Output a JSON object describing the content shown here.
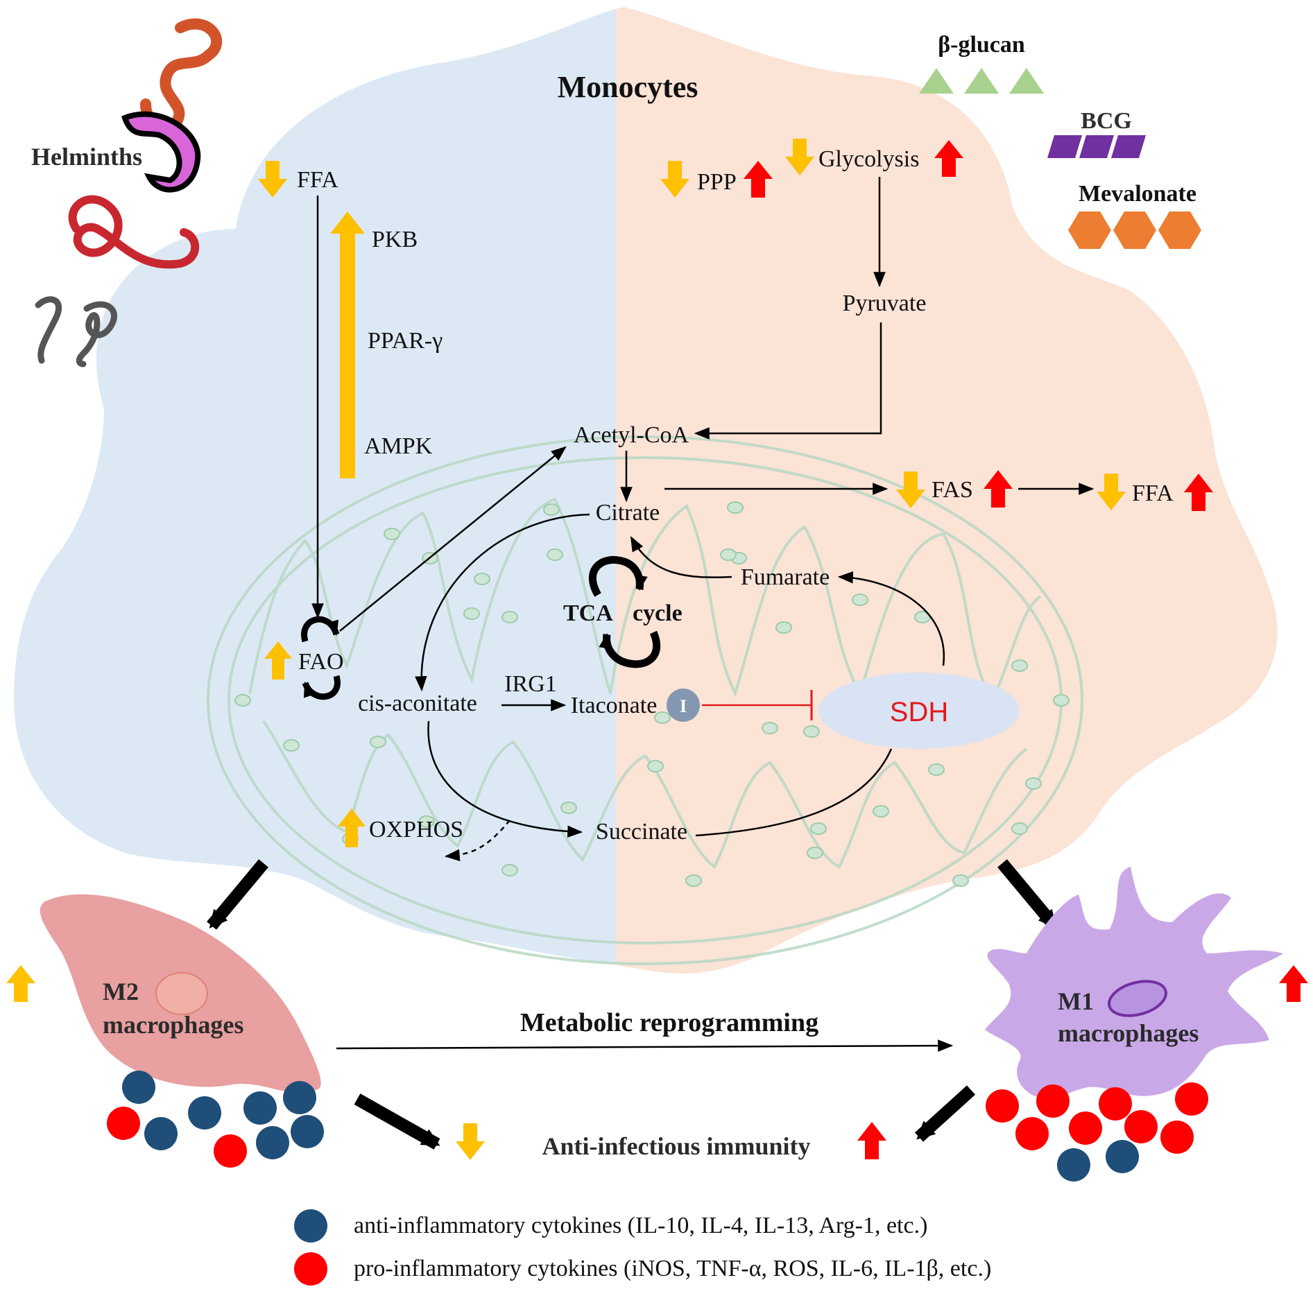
{
  "title": "Monocytes",
  "stimuli": {
    "helminths": "Helminths",
    "beta_glucan": "β-glucan",
    "bcg": "BCG",
    "mevalonate": "Mevalonate"
  },
  "left_pathway": {
    "ffa": "FFA",
    "pkb": "PKB",
    "ppar": "PPAR-γ",
    "ampk": "AMPK",
    "fao": "FAO",
    "oxphos": "OXPHOS"
  },
  "right_pathway": {
    "ppp": "PPP",
    "glycolysis": "Glycolysis",
    "pyruvate": "Pyruvate",
    "fas": "FAS",
    "ffa": "FFA"
  },
  "tca": {
    "acetyl_coa": "Acetyl-CoA",
    "citrate": "Citrate",
    "cycle_label_1": "TCA",
    "cycle_label_2": "cycle",
    "fumarate": "Fumarate",
    "cis_aconitate": "cis-aconitate",
    "irg1": "IRG1",
    "itaconate": "Itaconate",
    "inhibitor_badge": "I",
    "sdh": "SDH",
    "succinate": "Succinate"
  },
  "outcomes": {
    "m2_line1": "M2",
    "m2_line2": "macrophages",
    "m1_line1": "M1",
    "m1_line2": "macrophages",
    "metabolic_reprogramming": "Metabolic reprogramming",
    "anti_infectious_immunity": "Anti-infectious immunity"
  },
  "legend": [
    {
      "color": "#1f4e79",
      "label": "anti-inflammatory cytokines (IL-10, IL-4, IL-13, Arg-1, etc.)"
    },
    {
      "color": "#ff0000",
      "label": "pro-inflammatory cytokines (iNOS, TNF-α, ROS, IL-6, IL-1β, etc.)"
    }
  ],
  "colors": {
    "left_cell": "#dce9f5",
    "right_cell": "#fbe3d6",
    "up_arrow_red": "#ff0000",
    "down_arrow_yellow": "#ffc000",
    "beta_glucan": "#a9d18e",
    "bcg": "#7030a0",
    "mevalonate": "#ed7d31",
    "m2_cell": "#e8a0a0",
    "m1_cell": "#c9a8e8"
  }
}
